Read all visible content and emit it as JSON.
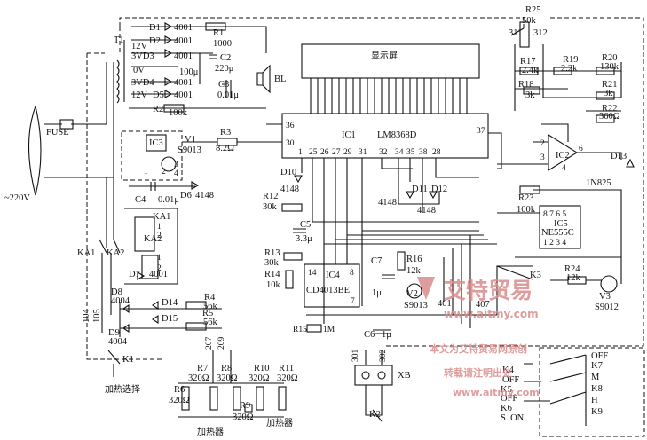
{
  "labels": {
    "display": "显示屏",
    "ic1": "IC1",
    "ic1_part": "LM8368D",
    "ic3": "IC3",
    "ic4": "IC4",
    "ic4_part": "CD4013BE",
    "ic5": "IC5",
    "ic5_part": "NE555C",
    "ic2": "IC2",
    "fuse": "FUSE",
    "mains": "~220V",
    "t1": "T1",
    "bl": "BL",
    "xb": "XB",
    "ka1": "KA1",
    "ka2": "KA2",
    "k1": "K1",
    "k2": "K2",
    "k3": "K3",
    "heat_select": "加热选择",
    "heater1": "加热器",
    "heater2": "加热器",
    "v1": "V1",
    "v1_part": "S9013",
    "v2": "V2",
    "v2_part": "S9013",
    "v3": "V3",
    "v3_part": "S9012"
  },
  "components": {
    "d1": "D1",
    "d1v": "4001",
    "d2": "D2",
    "d2v": "4001",
    "vd3": "3VD3",
    "vd3v": "4001",
    "vd4": "3VD4",
    "vd4v": "4001",
    "d5": "D5",
    "d5v": "4001",
    "r1": "R1",
    "r1v": "1000",
    "r2": "R2",
    "r2v": "100k",
    "r3": "R3",
    "r3v": "8.2Ω",
    "c2": "C2",
    "c2v": "220μ",
    "c3": "C3",
    "c3v": "0.01μ",
    "c1v": "100μ",
    "v12a": "12V",
    "v0": "0V",
    "v12b": "12V",
    "c4": "C4",
    "c4v": "0.01μ",
    "d6": "D6",
    "d6v": "4148",
    "d7": "D7",
    "d7v": "4001",
    "d8": "D8",
    "d8v": "4004",
    "d9": "D9",
    "d9v": "4004",
    "d10": "D10",
    "d10v": "4148",
    "d11": "D11",
    "d12": "D12",
    "d1112v": "4148",
    "d4148": "4148",
    "d13": "D13",
    "d13v": "1N825",
    "d14": "D14",
    "d15": "D15",
    "r4": "R4",
    "r4v": "56k",
    "r5": "R5",
    "r5v": "56k",
    "r6": "R6",
    "r6v": "320Ω",
    "r7": "R7",
    "r7v": "320Ω",
    "r8": "R8",
    "r8v": "320Ω",
    "r9": "R9",
    "r9v": "320Ω",
    "r10": "R10",
    "r10v": "320Ω",
    "r11": "R11",
    "r11v": "320Ω",
    "r12": "R12",
    "r12v": "30k",
    "r13": "R13",
    "r13v": "30k",
    "r14": "R14",
    "r14v": "10k",
    "r15": "R15",
    "r15v": "1M",
    "r16": "R16",
    "r16v": "12k",
    "r17": "R17",
    "r17v": "2.4k",
    "r18": "R18",
    "r18v": "3k",
    "r19": "R19",
    "r19v": "2.2k",
    "r20": "R20",
    "r20v": "130k",
    "r21": "R21",
    "r21v": "3k",
    "r22": "R22",
    "r22v": "360Ω",
    "r23": "R23",
    "r23v": "100k",
    "r24": "R24",
    "r24v": "12k",
    "r25": "R25",
    "r25v": "50k",
    "c5": "C5",
    "c5v": "3.3μ",
    "c6": "C6",
    "c6v": "1μ",
    "c7": "C7",
    "c7v": "1μ",
    "k4": "K4",
    "k5": "K5",
    "k6": "K6",
    "k7": "K7",
    "k8": "K8",
    "k9": "K9",
    "off1": "OFF",
    "off2": "OFF",
    "son": "S. ON",
    "m": "M",
    "h": "H",
    "n104": "104",
    "n105": "105",
    "n207": "207",
    "n209": "209",
    "n301": "301",
    "n302": "302",
    "n311": "311",
    "n312": "312",
    "n401": "401",
    "n407": "407"
  },
  "pins": {
    "p36": "36",
    "p30": "30",
    "p37": "37",
    "p1": "1",
    "p25": "25",
    "p26": "26",
    "p27": "27",
    "p29": "29",
    "p31": "31",
    "p32": "32",
    "p34": "34",
    "p35": "35",
    "p38": "38",
    "p28": "28",
    "ic4_14": "14",
    "ic4_8": "8",
    "ic4_7": "7",
    "ic5_top": "8 7 6 5",
    "ic5_bot": "1 2 3 4",
    "ic2_2": "2",
    "ic2_3": "3",
    "ic2_6": "6",
    "ic2_4": "4",
    "ic3_1": "1",
    "ic3_2": "2",
    "ic3_3": "3",
    "ic3_4": "4",
    "ka_1": "1",
    "ka_2": "2"
  },
  "watermark": {
    "brand": "艾特贸易",
    "url1": "www.aitmy.com",
    "line1": "本文为艾特贸易网原创",
    "line2": "转载请注明出处",
    "url2": "www.aitmy.com",
    "color": "#d98b8b"
  }
}
